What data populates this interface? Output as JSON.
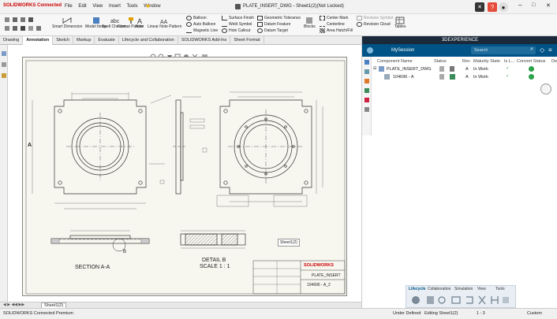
{
  "app": {
    "brand": "SOLIDWORKS Connected",
    "window_title": "PLATE_INSERT_DWG - Sheet1(2)(Not Locked)",
    "menu": [
      "File",
      "Edit",
      "View",
      "Insert",
      "Tools",
      "Window"
    ],
    "pin_glyph": "★",
    "pin_color": "#f2b400"
  },
  "ribbon": {
    "tools_left": [
      "Smart Dimension",
      "Model Items",
      "Spell Checker",
      "Format Painter",
      "Note",
      "Linear Note Pattern"
    ],
    "col1": [
      "Balloon",
      "Auto Balloon",
      "Magnetic Line"
    ],
    "col2": [
      "Surface Finish",
      "Weld Symbol",
      "Hole Callout"
    ],
    "col3": [
      "Geometric Tolerance",
      "Datum Feature",
      "Datum Target"
    ],
    "col4": [
      "Center Mark",
      "Centerline",
      "Area Hatch/Fill"
    ],
    "col5": [
      "Revision Symbol",
      "Revision Cloud"
    ],
    "blocks": "Blocks",
    "tables": "Tables"
  },
  "tabs": [
    "Drawing",
    "Annotation",
    "Sketch",
    "Markup",
    "Evaluate",
    "Lifecycle and Collaboration",
    "SOLIDWORKS Add-Ins",
    "Sheet Format"
  ],
  "active_tab": "Annotation",
  "drawing": {
    "section_label": "SECTION A-A",
    "detail_label": "DETAIL B",
    "detail_scale": "SCALE 1 : 1",
    "tooltip": "Sheet1(2)",
    "title_block_name": "PLATE_INSERT",
    "title_block_number": "104696 - A_2",
    "title_block_brand": "SOLIDWORKS",
    "callout_a": "A",
    "callout_b": "B"
  },
  "sheet_tab": "Sheet1(2)",
  "status": {
    "left": "SOLIDWORKS Connected Premium",
    "state": "Under Defined",
    "editing": "Editing Sheet1(2)",
    "scale": "1 : 3",
    "units": "Custom"
  },
  "panel": {
    "header": "3DEXPERIENCE",
    "session": "MySession",
    "search_placeholder": "Search",
    "columns": [
      "Component Name",
      "Status",
      "Rev",
      "Maturity State",
      "Is L...",
      "Convert Status",
      "De"
    ],
    "rows": [
      {
        "name": "PLATE_INSERT_DWG",
        "rev": "A",
        "state": "In Work",
        "locked": "✓"
      },
      {
        "name": "104696 - A",
        "rev": "A",
        "state": "In Work",
        "locked": "✓"
      }
    ],
    "lifecycle_tabs": [
      "Lifecycle",
      "Collaboration",
      "Simulation",
      "View",
      "Tools"
    ]
  },
  "colors": {
    "panel_blue": "#005386",
    "ok_green": "#2ba24c",
    "brand_red": "#c00000"
  }
}
